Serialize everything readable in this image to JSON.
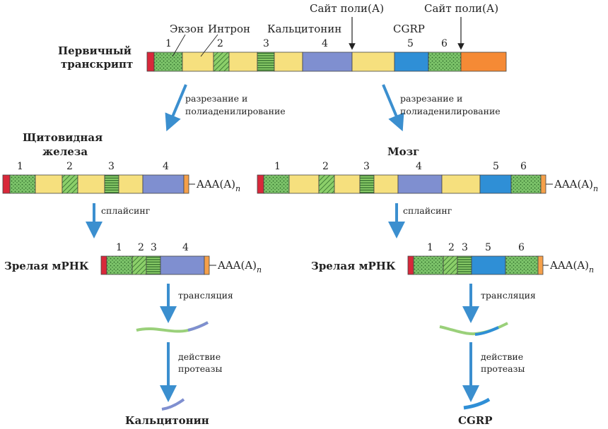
{
  "colors": {
    "red": "#d8283a",
    "green_exon": "#7cc36a",
    "intron": "#f6e07e",
    "blue_exon": "#7f8fd0",
    "cgrp_blue": "#2f8fd6",
    "orange": "#f58a35",
    "tail": "#f5a04a",
    "arrow": "#3b8fcf"
  },
  "top": {
    "label_line1": "Первичный",
    "label_line2": "транскрипт",
    "exon_label": "Экзон",
    "intron_label": "Интрон",
    "calcitonin_label": "Кальцитонин",
    "cgrp_label": "CGRP",
    "polya_site_1": "Сайт поли(А)",
    "polya_site_2": "Сайт поли(А)",
    "numbers": [
      "1",
      "2",
      "3",
      "4",
      "5",
      "6"
    ]
  },
  "steps": {
    "cleavage_line1": "разрезание и",
    "cleavage_line2": "полиаденилирование",
    "splicing": "сплайсинг",
    "translation": "трансляция",
    "protease_line1": "действие",
    "protease_line2": "протеазы"
  },
  "left": {
    "title_line1": "Щитовидная",
    "title_line2": "железа",
    "numbers": [
      "1",
      "2",
      "3",
      "4"
    ],
    "tail": "AAA(A)",
    "tail_sub": "n",
    "mature_label": "Зрелая мРНК",
    "mature_numbers": [
      "1",
      "2",
      "3",
      "4"
    ],
    "product": "Кальцитонин"
  },
  "right": {
    "title": "Мозг",
    "numbers": [
      "1",
      "2",
      "3",
      "4",
      "5",
      "6"
    ],
    "tail": "AAA(A)",
    "tail_sub": "n",
    "mature_label": "Зрелая мРНК",
    "mature_numbers": [
      "1",
      "2",
      "3",
      "5",
      "6"
    ],
    "product": "CGRP"
  }
}
